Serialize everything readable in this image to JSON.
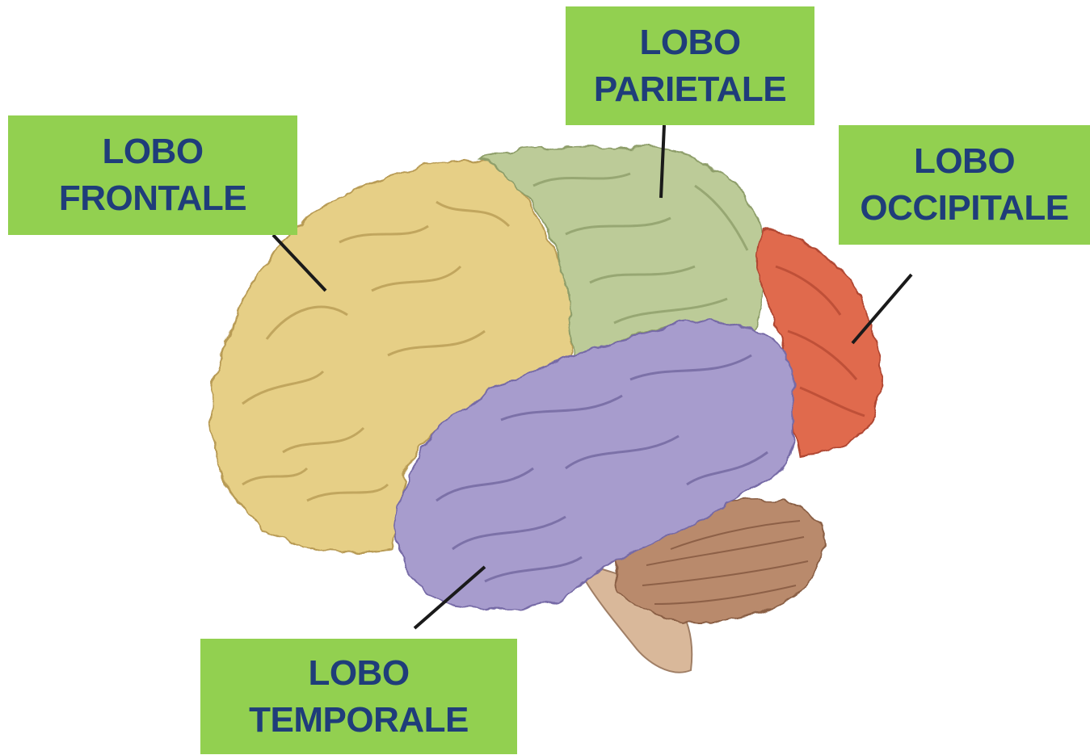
{
  "colors": {
    "label_background": "#92d050",
    "label_text": "#1f3d7a",
    "frontal_lobe": "#e6cf86",
    "parietal_lobe": "#bccb98",
    "occipital_lobe": "#e06a4e",
    "temporal_lobe": "#a79ccd",
    "cerebellum": "#b98a6c",
    "brainstem": "#d9b89a",
    "pointer_line": "#1a1a1a"
  },
  "labels": {
    "frontale": {
      "line1": "LOBO",
      "line2": "FRONTALE"
    },
    "parietale": {
      "line1": "LOBO",
      "line2": "PARIETALE"
    },
    "occipitale": {
      "line1": "LOBO",
      "line2": "OCCIPITALE"
    },
    "temporale": {
      "line1": "LOBO",
      "line2": "TEMPORALE"
    }
  }
}
